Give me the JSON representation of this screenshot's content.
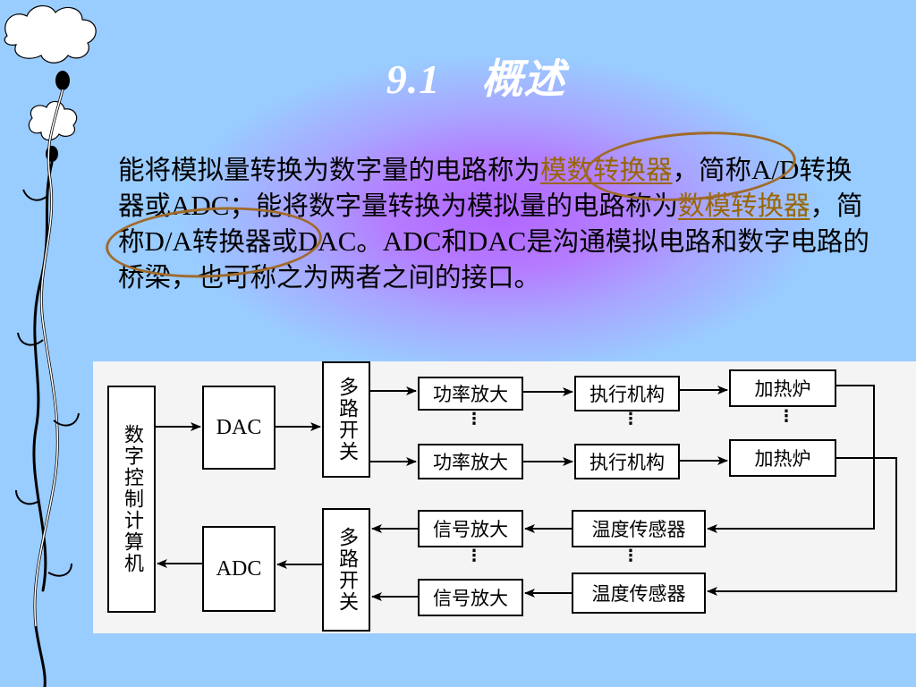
{
  "slide": {
    "title_num": "9.1",
    "title_text": "概述"
  },
  "paragraph": {
    "p1": "能将模拟量转换为数字量的电路称为",
    "term1": "模数转换器",
    "p2": "，简称",
    "p3": "A/D",
    "p4": "转换器或",
    "p5": "ADC",
    "p6": "；能将数字量转换为模拟量的电路称为",
    "term2": "数模转换器",
    "p7": "，简称",
    "p8": "D/A",
    "p9": "转换器或",
    "p10": "DAC",
    "p11": "。",
    "p12": "ADC",
    "p13": "和",
    "p14": "DAC",
    "p15": "是沟通模拟电路和数字电路的桥梁，也可称之为两者之间的接口。"
  },
  "diagram": {
    "computer": "数字控制计算机",
    "dac": "DAC",
    "adc": "ADC",
    "mux_top": "多路开关",
    "mux_bottom": "多路开关",
    "power_amp_1": "功率放大",
    "power_amp_2": "功率放大",
    "actuator_1": "执行机构",
    "actuator_2": "执行机构",
    "heater_1": "加热炉",
    "heater_2": "加热炉",
    "signal_amp_1": "信号放大",
    "signal_amp_2": "信号放大",
    "temp_sensor_1": "温度传感器",
    "temp_sensor_2": "温度传感器",
    "ellipsis": "⋮"
  },
  "colors": {
    "background": "#99CCFF",
    "glow": "#B266FF",
    "highlight_term": "#996600",
    "ring": "#A06A2A"
  }
}
